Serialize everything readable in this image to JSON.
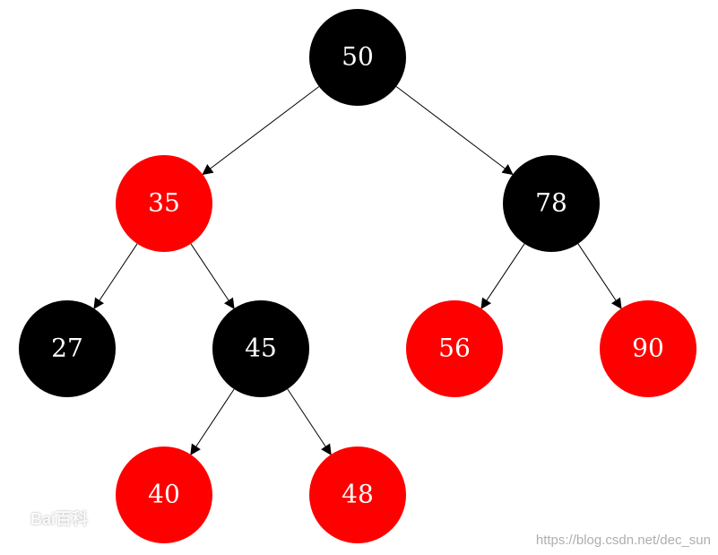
{
  "diagram": {
    "type": "red-black-tree",
    "colors": {
      "black": "#000000",
      "red": "#ff0000",
      "text": "#ffffff",
      "edge": "#000000"
    },
    "nodes": [
      {
        "id": "n50",
        "label": "50",
        "color": "black",
        "parent": null,
        "side": null
      },
      {
        "id": "n35",
        "label": "35",
        "color": "red",
        "parent": "n50",
        "side": "left"
      },
      {
        "id": "n78",
        "label": "78",
        "color": "black",
        "parent": "n50",
        "side": "right"
      },
      {
        "id": "n27",
        "label": "27",
        "color": "black",
        "parent": "n35",
        "side": "left"
      },
      {
        "id": "n45",
        "label": "45",
        "color": "black",
        "parent": "n35",
        "side": "right"
      },
      {
        "id": "n56",
        "label": "56",
        "color": "red",
        "parent": "n78",
        "side": "left"
      },
      {
        "id": "n90",
        "label": "90",
        "color": "red",
        "parent": "n78",
        "side": "right"
      },
      {
        "id": "n40",
        "label": "40",
        "color": "red",
        "parent": "n45",
        "side": "left"
      },
      {
        "id": "n48",
        "label": "48",
        "color": "red",
        "parent": "n45",
        "side": "right"
      }
    ]
  },
  "watermarks": {
    "left": "Bai百科",
    "right": "https://blog.csdn.net/dec_sun"
  }
}
